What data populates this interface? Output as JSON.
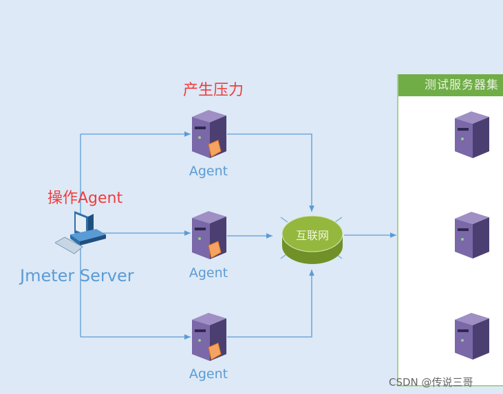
{
  "annotations": {
    "generate_load": "产生压力",
    "operate_agent": "操作Agent"
  },
  "controller": {
    "label": "Jmeter Server",
    "icon": "desktop-computer-icon"
  },
  "agents": [
    {
      "label": "Agent",
      "icon": "server-icon"
    },
    {
      "label": "Agent",
      "icon": "server-icon"
    },
    {
      "label": "Agent",
      "icon": "server-icon"
    }
  ],
  "internet": {
    "label": "互联网",
    "icon": "network-hub-icon"
  },
  "cluster": {
    "title": "测试服务器集",
    "servers": [
      {
        "icon": "server-icon"
      },
      {
        "icon": "server-icon"
      },
      {
        "icon": "server-icon"
      }
    ]
  },
  "watermark": "CSDN @传说三哥",
  "colors": {
    "background": "#dde9f6",
    "line": "#5b9bd5",
    "annotation": "#f03c3c",
    "cluster_header": "#70ad47",
    "hub": "#8db63c"
  }
}
